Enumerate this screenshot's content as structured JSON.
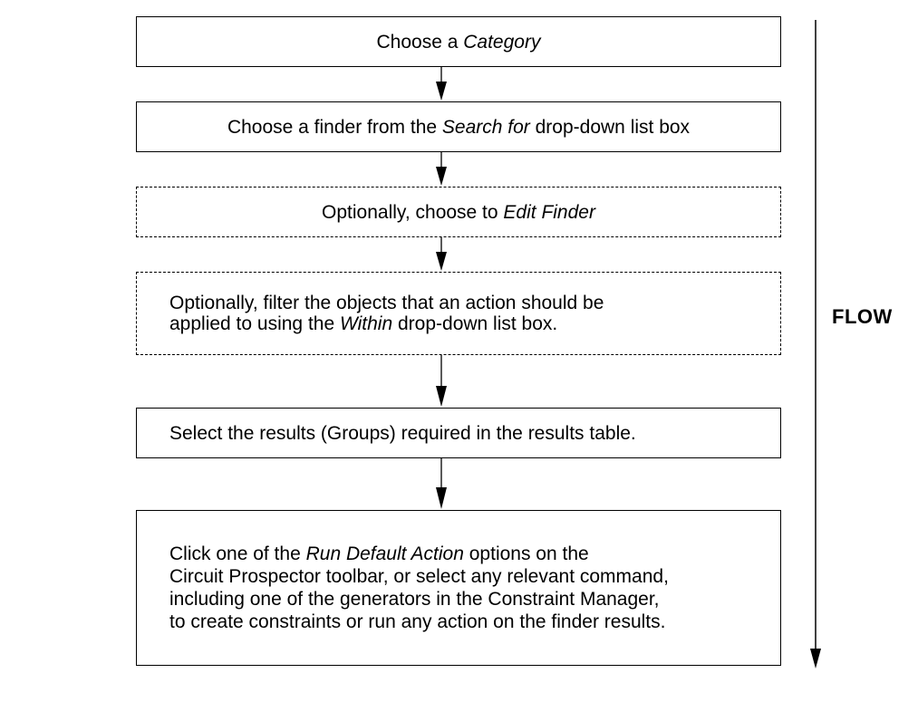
{
  "steps": [
    {
      "style": "solid",
      "lines": [
        [
          {
            "t": "Choose a "
          },
          {
            "t": "Category",
            "i": true
          }
        ]
      ]
    },
    {
      "style": "solid",
      "lines": [
        [
          {
            "t": "Choose a finder from the "
          },
          {
            "t": "Search for",
            "i": true
          },
          {
            "t": " drop-down list box"
          }
        ]
      ]
    },
    {
      "style": "dashed",
      "lines": [
        [
          {
            "t": "Optionally, choose to "
          },
          {
            "t": "Edit Finder",
            "i": true
          }
        ]
      ]
    },
    {
      "style": "dashed",
      "lines": [
        [
          {
            "t": "Optionally, filter the objects that an action should be"
          }
        ],
        [
          {
            "t": "applied to using the "
          },
          {
            "t": "Within",
            "i": true
          },
          {
            "t": " drop-down list box."
          }
        ]
      ]
    },
    {
      "style": "solid",
      "lines": [
        [
          {
            "t": "Select the results (Groups) required in the results table."
          }
        ]
      ]
    },
    {
      "style": "solid",
      "lines": [
        [
          {
            "t": "Click one of the "
          },
          {
            "t": "Run Default Action",
            "i": true
          },
          {
            "t": " options on the"
          }
        ],
        [
          {
            "t": "Circuit Prospector toolbar, or select any relevant command,"
          }
        ],
        [
          {
            "t": "including one of the generators in the Constraint Manager,"
          }
        ],
        [
          {
            "t": "to create constraints or run any action on the finder results."
          }
        ]
      ]
    }
  ],
  "flow_label": "FLOW"
}
